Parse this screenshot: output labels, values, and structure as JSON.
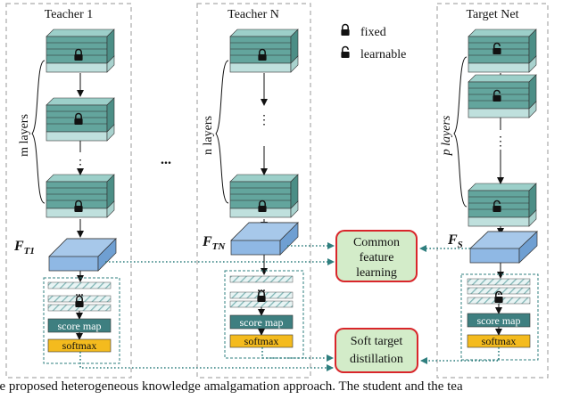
{
  "teachers": {
    "first": {
      "title": "Teacher 1",
      "depth_label": "m layers",
      "feature_label": "F",
      "feature_sub": "T1"
    },
    "last": {
      "title": "Teacher N",
      "depth_label": "n layers",
      "feature_label": "F",
      "feature_sub": "TN"
    }
  },
  "target": {
    "title": "Target Net",
    "depth_label": "p layers",
    "feature_label": "F",
    "feature_sub": "S"
  },
  "ellipsis_between_teachers": "...",
  "legend": {
    "fixed": "fixed",
    "learnable": "learnable"
  },
  "head": {
    "score_map": "score map",
    "softmax": "softmax",
    "dots": "...",
    "vdots": "⋮"
  },
  "modules": {
    "common_feature": {
      "line1": "Common",
      "line2": "feature",
      "line3": "learning"
    },
    "soft_target": {
      "line1": "Soft target",
      "line2": "distillation"
    }
  },
  "caption": "he proposed heterogeneous knowledge amalgamation approach. The student and the tea",
  "colors": {
    "layer_top": "#63a59d",
    "layer_side": "#bfe0dd",
    "feature_map": "#8fb8e4",
    "score_map": "#3e7f80",
    "softmax": "#f4bb1e",
    "module_fill": "#d3ecc9",
    "module_border": "#d9262b",
    "dotted_link": "#2f7f7f",
    "panel_border": "#aaaaaa"
  }
}
